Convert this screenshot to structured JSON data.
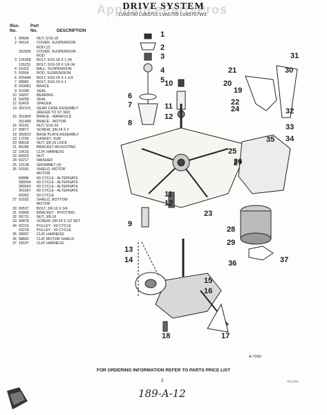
{
  "title": "DRIVE SYSTEM",
  "watermark": "AppliancePartsPros",
  "subtitle": "LVA5700 LVA5701 LVA5705 LVA5707W3",
  "header": {
    "illus": "Illus.",
    "no": "No.",
    "part": "Part",
    "partno": "No.",
    "desc": "DESCRIPTION"
  },
  "parts": [
    [
      "1",
      "90684",
      "NUT, 5/16-18"
    ],
    [
      "2",
      "94114",
      "COVER, SUSPENSION"
    ],
    [
      "",
      "",
      "ROD (2)"
    ],
    [
      "",
      "352826",
      "COVER, SUSPENSION"
    ],
    [
      "",
      "",
      "ROD"
    ],
    [
      "3",
      "126358",
      "BOLT, 5/16-18 x 1 (4)"
    ],
    [
      "",
      "126211",
      "BOLT, 5/16-18 x 1/4 (4)"
    ],
    [
      "4",
      "91023",
      "BALL, SUSPENSION"
    ],
    [
      "5",
      "92564",
      "ROD, SUSPENSION"
    ],
    [
      "6",
      "925494",
      "BOLT, 5/16-24 x 1-1/4"
    ],
    [
      "7",
      "98982",
      "BOLT, 5/16-24 x 1"
    ],
    [
      "8",
      "253081",
      "BRACE"
    ],
    [
      "9",
      "91938",
      "SEAL"
    ],
    [
      "10",
      "34207",
      "BEARING"
    ],
    [
      "11",
      "54299",
      "SEAL"
    ],
    [
      "12",
      "82429",
      "SPACER"
    ],
    [
      "13",
      "352101",
      "GEAR CASE ASSEMBLY"
    ],
    [
      "",
      "",
      "(REFER TO ST 342)"
    ],
    [
      "15",
      "351800",
      "BRACE - MANIFOLD"
    ],
    [
      "",
      "351489",
      "BRACE - MOTOR"
    ],
    [
      "16",
      "90101",
      "NUT, 5/16-24"
    ],
    [
      "17",
      "90877",
      "SCREW, 3/8-24 x 2"
    ],
    [
      "18",
      "350523",
      "BASE PLATE ASSEMBLY"
    ],
    [
      "19",
      "17236",
      "GASKET, SUB"
    ],
    [
      "20",
      "89018",
      "NUT, 3/8-16 LOCK"
    ],
    [
      "21",
      "85286",
      "BRACKET-ADJUSTING"
    ],
    [
      "22",
      "16615",
      "CLIP, HARNESS"
    ],
    [
      "23",
      "89023",
      "NUT"
    ],
    [
      "24",
      "82217",
      "WASHER"
    ],
    [
      "25",
      "19138",
      "GROMMET (4)"
    ],
    [
      "26",
      "93181",
      "SHIELD, MOTOR"
    ],
    [
      "",
      "",
      "MOTOR"
    ],
    [
      "",
      "84986",
      "60 CYCLE - ALTERNATE"
    ],
    [
      "",
      "389004",
      "60 CYCLE - ALTERNATE"
    ],
    [
      "",
      "380663",
      "60 CYCLE - ALTERNATE"
    ],
    [
      "",
      "361597",
      "60 CYCLE - ALTERNATE"
    ],
    [
      "",
      "92052",
      "50 CYCLE"
    ],
    [
      "27",
      "93182",
      "SHIELD, BOTTOM"
    ],
    [
      "",
      "",
      "MOTOR"
    ],
    [
      "30",
      "90537",
      "BOLT, 3/8-16 x 3/4"
    ],
    [
      "31",
      "93968",
      "BRACKET - PIVOTING"
    ],
    [
      "32",
      "95731",
      "NUT, 3/8-16"
    ],
    [
      "33",
      "90878",
      "SCREW, 3/8-24 x 1/2 SET"
    ],
    [
      "34",
      "92216",
      "PULLEY - 60 CYCLE"
    ],
    [
      "",
      "93219",
      "PULLEY - 50 CYCLE"
    ],
    [
      "35",
      "98997",
      "CLIP, HARNESS"
    ],
    [
      "36",
      "98892",
      "CLIP, MOTOR SHIELD"
    ],
    [
      "37",
      "18107",
      "CLIP, HARNESS"
    ]
  ],
  "callouts": [
    "1",
    "2",
    "3",
    "4",
    "5",
    "6",
    "7",
    "8",
    "9",
    "10",
    "11",
    "12",
    "13",
    "14",
    "15",
    "16",
    "17",
    "18",
    "19",
    "20",
    "21",
    "22",
    "23",
    "24",
    "25",
    "26",
    "27",
    "28",
    "29",
    "30",
    "31",
    "32",
    "33",
    "34",
    "35",
    "36",
    "37",
    "11",
    "12",
    "13"
  ],
  "refcode": "A-7260",
  "footer": "FOR ORDERING INFORMATION REFER TO PARTS PRICE LIST",
  "page_number": "3",
  "doc_code": "75-1401",
  "handwritten": "189-A-12"
}
